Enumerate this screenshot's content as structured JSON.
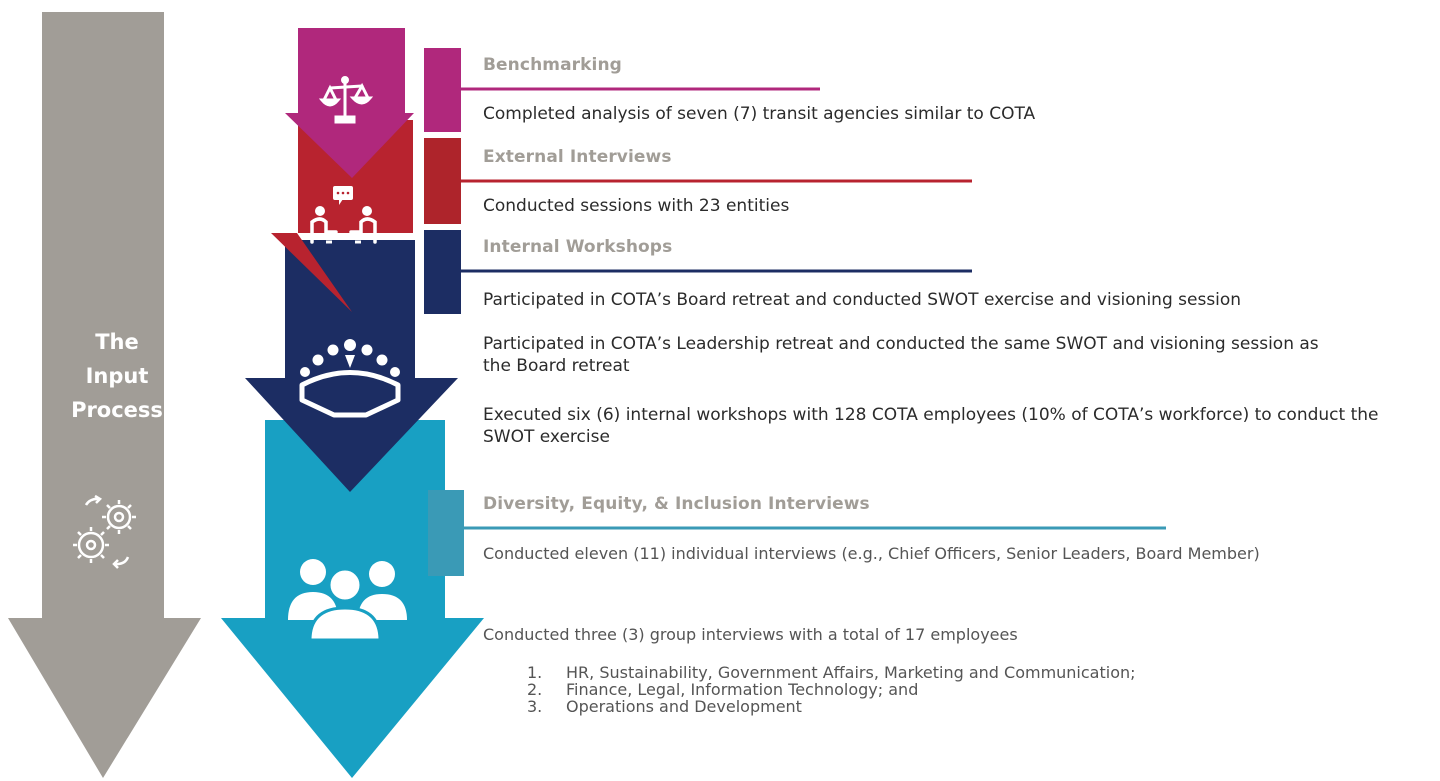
{
  "side_label": {
    "line1": "The",
    "line2": "Input",
    "line3": "Process"
  },
  "colors": {
    "gray": "#a19d97",
    "magenta": "#b0287c",
    "red": "#b8232f",
    "navy": "#1c2d63",
    "teal": "#18a0c3",
    "teal_box": "#3a9ab6"
  },
  "sections": {
    "benchmarking": {
      "title": "Benchmarking",
      "items": [
        "Completed analysis of seven (7) transit agencies similar to COTA"
      ]
    },
    "external": {
      "title": "External Interviews",
      "items": [
        "Conducted sessions with 23 entities"
      ]
    },
    "internal": {
      "title": "Internal Workshops",
      "items": [
        "Participated in COTA’s Board retreat and conducted SWOT exercise and visioning session",
        "Participated in COTA’s Leadership retreat and conducted the same SWOT and visioning session as the Board retreat",
        "Executed six (6) internal workshops with 128 COTA employees (10% of COTA’s workforce) to conduct the SWOT exercise"
      ]
    },
    "dei": {
      "title": "Diversity, Equity, & Inclusion Interviews",
      "items": [
        "Conducted eleven (11) individual interviews (e.g., Chief Officers, Senior Leaders, Board Member)",
        "Conducted three (3) group interviews with a total of 17 employees"
      ],
      "groups": [
        {
          "num": "1.",
          "text": "HR, Sustainability, Government Affairs, Marketing and Communication;"
        },
        {
          "num": "2.",
          "text": "Finance, Legal, Information Technology; and"
        },
        {
          "num": "3.",
          "text": "Operations and Development"
        }
      ]
    }
  },
  "icons": [
    "scale-icon",
    "interview-icon",
    "meeting-table-icon",
    "people-group-icon",
    "gears-icon"
  ]
}
